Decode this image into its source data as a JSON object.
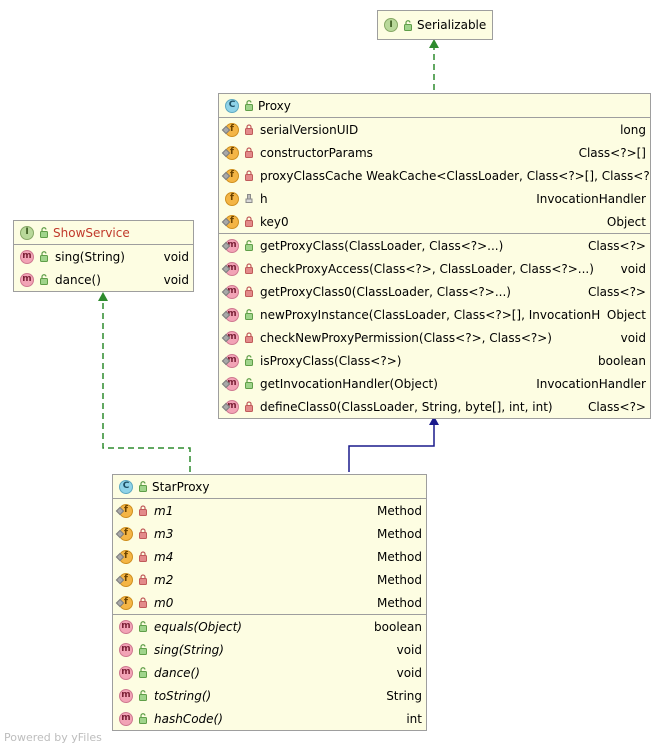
{
  "serializable": {
    "kind": "I",
    "name": "Serializable"
  },
  "proxy": {
    "kind": "C",
    "name": "Proxy",
    "fields": [
      {
        "name": "serialVersionUID",
        "type": "long",
        "static": true,
        "visibility": "private"
      },
      {
        "name": "constructorParams",
        "type": "Class<?>[]",
        "static": true,
        "visibility": "private"
      },
      {
        "name": "proxyClassCache WeakCache<ClassLoader, Class<?>[], Class<?>>",
        "type": "",
        "static": true,
        "visibility": "private"
      },
      {
        "name": "h",
        "type": "InvocationHandler",
        "static": false,
        "visibility": "protected"
      },
      {
        "name": "key0",
        "type": "Object",
        "static": true,
        "visibility": "private"
      }
    ],
    "methods": [
      {
        "name": "getProxyClass(ClassLoader, Class<?>...)",
        "type": "Class<?>",
        "static": true,
        "visibility": "public"
      },
      {
        "name": "checkProxyAccess(Class<?>, ClassLoader, Class<?>...)",
        "type": "void",
        "static": true,
        "visibility": "private"
      },
      {
        "name": "getProxyClass0(ClassLoader, Class<?>...)",
        "type": "Class<?>",
        "static": true,
        "visibility": "private"
      },
      {
        "name": "newProxyInstance(ClassLoader, Class<?>[], InvocationHandler)",
        "type": "Object",
        "static": true,
        "visibility": "public"
      },
      {
        "name": "checkNewProxyPermission(Class<?>, Class<?>)",
        "type": "void",
        "static": true,
        "visibility": "private"
      },
      {
        "name": "isProxyClass(Class<?>)",
        "type": "boolean",
        "static": true,
        "visibility": "public"
      },
      {
        "name": "getInvocationHandler(Object)",
        "type": "InvocationHandler",
        "static": true,
        "visibility": "public"
      },
      {
        "name": "defineClass0(ClassLoader, String, byte[], int, int)",
        "type": "Class<?>",
        "static": true,
        "visibility": "private"
      }
    ]
  },
  "showService": {
    "kind": "I",
    "name": "ShowService",
    "title_color": "#c0392b",
    "methods": [
      {
        "name": "sing(String)",
        "type": "void",
        "static": false,
        "visibility": "public"
      },
      {
        "name": "dance()",
        "type": "void",
        "static": false,
        "visibility": "public"
      }
    ]
  },
  "starProxy": {
    "kind": "C",
    "name": "StarProxy",
    "fields": [
      {
        "name": "m1",
        "type": "Method",
        "static": true,
        "visibility": "private"
      },
      {
        "name": "m3",
        "type": "Method",
        "static": true,
        "visibility": "private"
      },
      {
        "name": "m4",
        "type": "Method",
        "static": true,
        "visibility": "private"
      },
      {
        "name": "m2",
        "type": "Method",
        "static": true,
        "visibility": "private"
      },
      {
        "name": "m0",
        "type": "Method",
        "static": true,
        "visibility": "private"
      }
    ],
    "methods": [
      {
        "name": "equals(Object)",
        "type": "boolean",
        "static": false,
        "visibility": "public"
      },
      {
        "name": "sing(String)",
        "type": "void",
        "static": false,
        "visibility": "public"
      },
      {
        "name": "dance()",
        "type": "void",
        "static": false,
        "visibility": "public"
      },
      {
        "name": "toString()",
        "type": "String",
        "static": false,
        "visibility": "public"
      },
      {
        "name": "hashCode()",
        "type": "int",
        "static": false,
        "visibility": "public"
      }
    ]
  },
  "colors": {
    "box_fill": "#fdfde2",
    "realization_edge": "#2e8b2e",
    "inheritance_edge": "#1a1a8c"
  },
  "watermark": "Powered by yFiles"
}
